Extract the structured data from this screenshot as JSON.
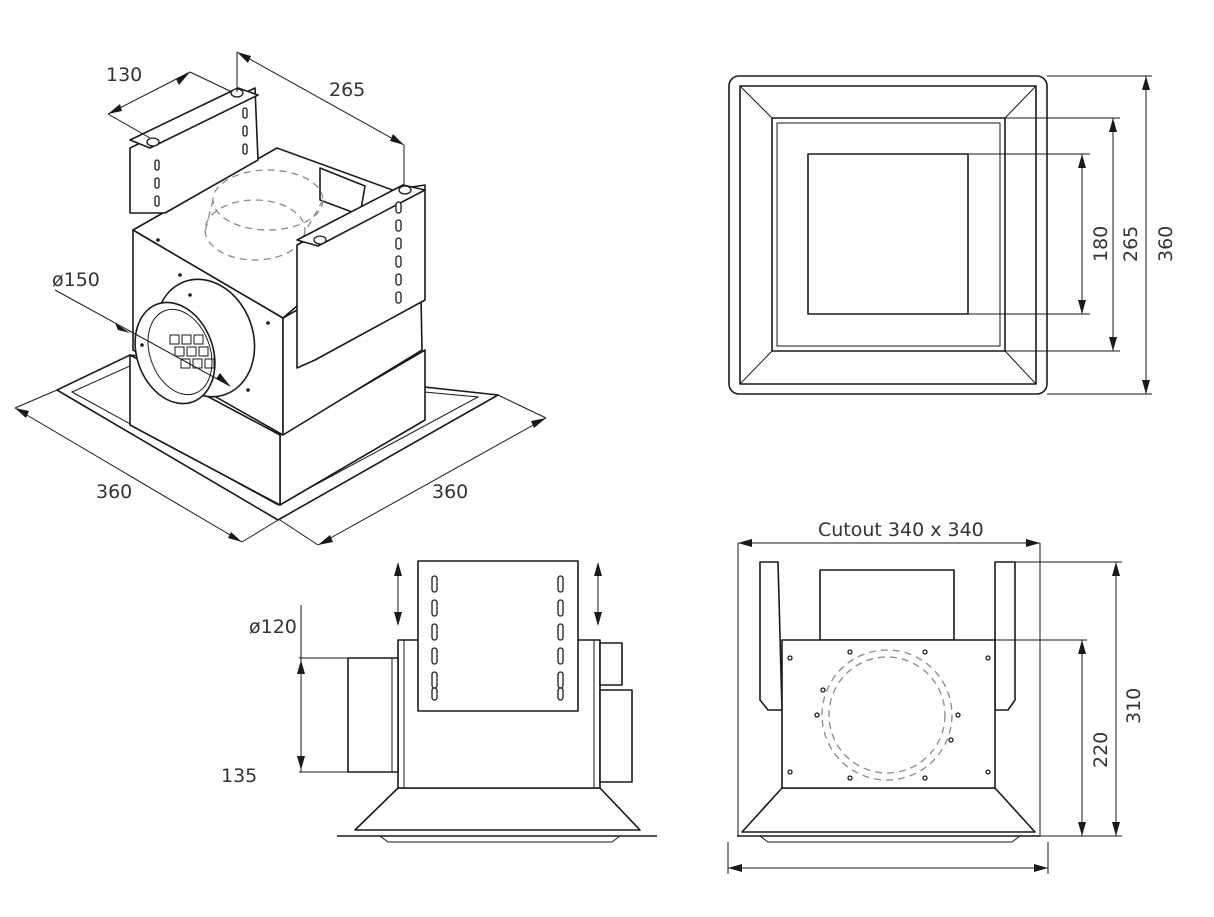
{
  "dimensions": {
    "iso": {
      "bracket_spacing": "130",
      "bracket_width": "265",
      "inlet_diameter": "ø150",
      "base_left": "360",
      "base_right": "360"
    },
    "top": {
      "inner_opening": "180",
      "mid_frame": "265",
      "outer_frame": "360"
    },
    "side": {
      "outlet_diameter": "ø120",
      "outlet_height": "135"
    },
    "front": {
      "cutout": "Cutout 340 x 340",
      "fan_height": "220",
      "total_height": "310"
    }
  }
}
